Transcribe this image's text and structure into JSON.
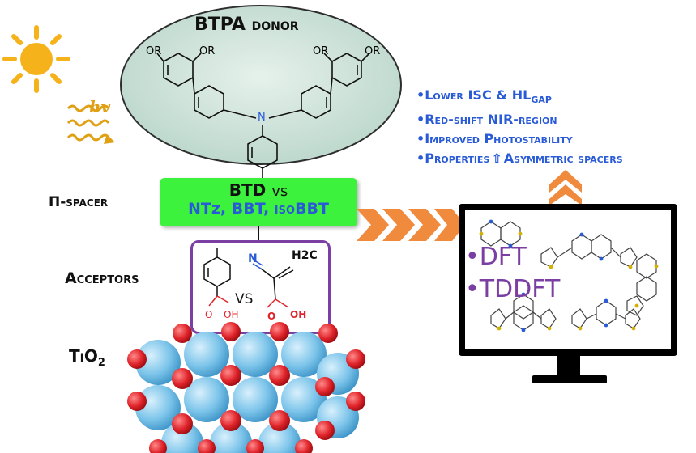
{
  "donor": {
    "title": "BTPA",
    "suffix": "donor",
    "or_label": "OR",
    "n_label": "N"
  },
  "sun": {
    "hv_label": "hv"
  },
  "spacer": {
    "label": "Π-spacer",
    "line1_main": "BTD",
    "line1_vs": "vs",
    "line2_a": "NTz, BBT, ",
    "line2_iso": "iso",
    "line2_b": "BBT"
  },
  "acceptors": {
    "label": "Acceptors",
    "vs": "VS",
    "cn_label": "N",
    "ch2_label": "H2C",
    "oh_label": "OH",
    "o_label": "O"
  },
  "substrate": {
    "label_main": "TiO",
    "label_sub": "2"
  },
  "properties": {
    "line1_a": "•Lower ISC & HL",
    "line1_sub": "GAP",
    "line2": "•Red-shift NIR-region",
    "line3": "•Improved Photostability",
    "line4_a": "•Properties",
    "line4_b": "Asymmetric spacers"
  },
  "monitor": {
    "item1": "•DFT",
    "item2": "•TDDFT"
  },
  "colors": {
    "spacer_green": "#3df23d",
    "bullet_blue": "#2a5bd7",
    "purple": "#7b3ea3",
    "arrow_orange": "#f08a3c",
    "sphere_blue": "#7cc4ea",
    "sphere_red": "#e0242b"
  }
}
